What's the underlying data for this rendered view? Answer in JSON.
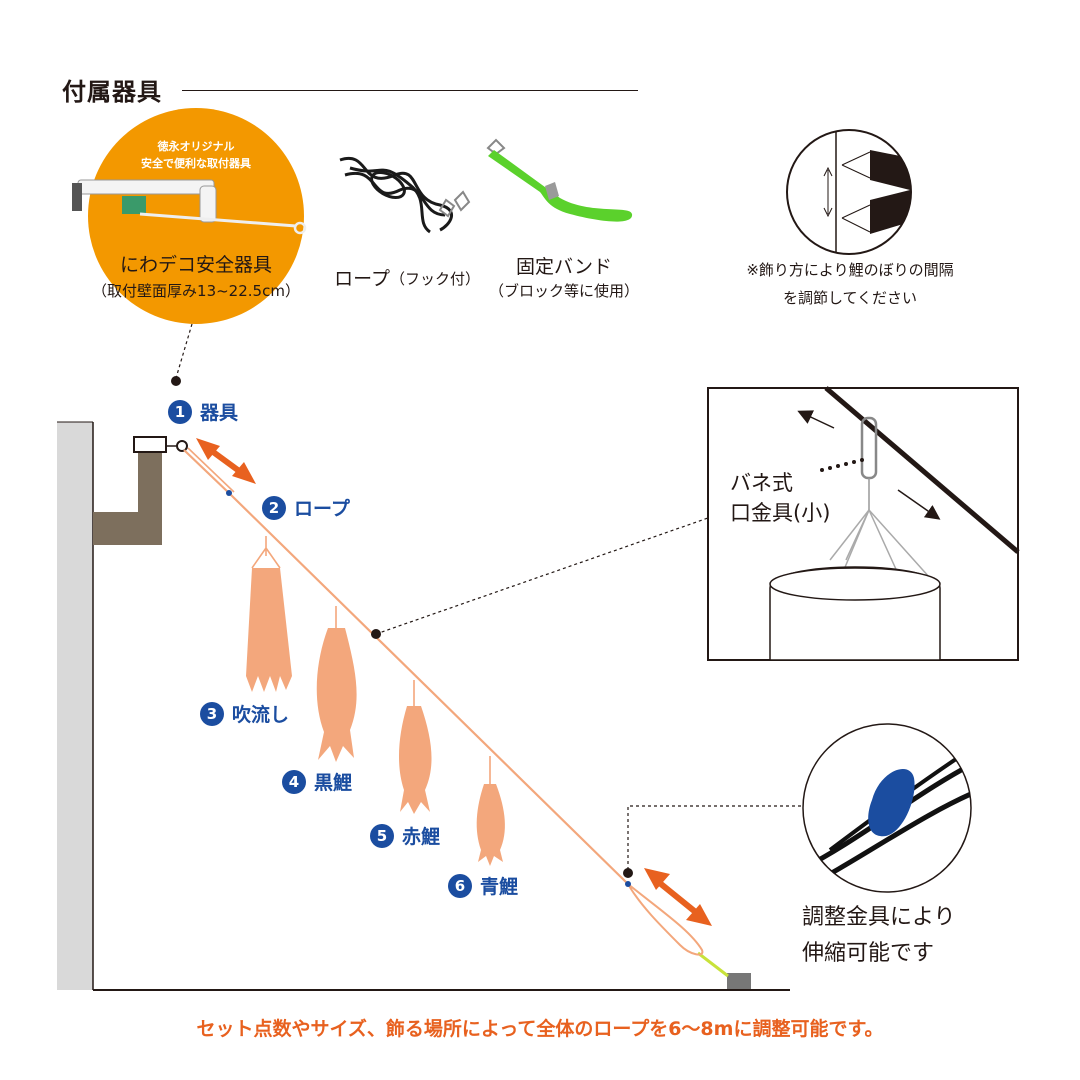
{
  "section": {
    "title": "付属器具"
  },
  "accessories": {
    "safety": {
      "badge_lines": [
        "徳永オリジナル",
        "安全で便利な取付器具"
      ],
      "name": "にわデコ安全器具",
      "sub": "（取付壁面厚み13~22.5cm）"
    },
    "rope": {
      "name": "ロープ",
      "sub": "（フック付）"
    },
    "band": {
      "name": "固定バンド",
      "sub": "（ブロック等に使用）"
    }
  },
  "spacing_note": {
    "lines": [
      "※飾り方により鯉のぼりの間隔",
      "を調節してください"
    ]
  },
  "parts": [
    {
      "num": "1",
      "label": "器具"
    },
    {
      "num": "2",
      "label": "ロープ"
    },
    {
      "num": "3",
      "label": "吹流し"
    },
    {
      "num": "4",
      "label": "黒鯉"
    },
    {
      "num": "5",
      "label": "赤鯉"
    },
    {
      "num": "6",
      "label": "青鯉"
    }
  ],
  "clasp_callout": {
    "lines": [
      "バネ式",
      "口金具(小)"
    ]
  },
  "adjust_callout": {
    "lines": [
      "調整金具により",
      "伸縮可能です"
    ]
  },
  "footer": {
    "text": "セット点数やサイズ、飾る場所によって全体のロープを6〜8mに調整可能です。"
  },
  "colors": {
    "text": "#231815",
    "accent_orange": "#e8611f",
    "badge_orange": "#f39800",
    "fish_fill": "#f3a77c",
    "rope": "#f3a77c",
    "part_blue": "#1b4da0",
    "band_green": "#5bd12c",
    "bracket_brown": "#7d6f5d",
    "wall_gray": "#d9d9d9"
  }
}
